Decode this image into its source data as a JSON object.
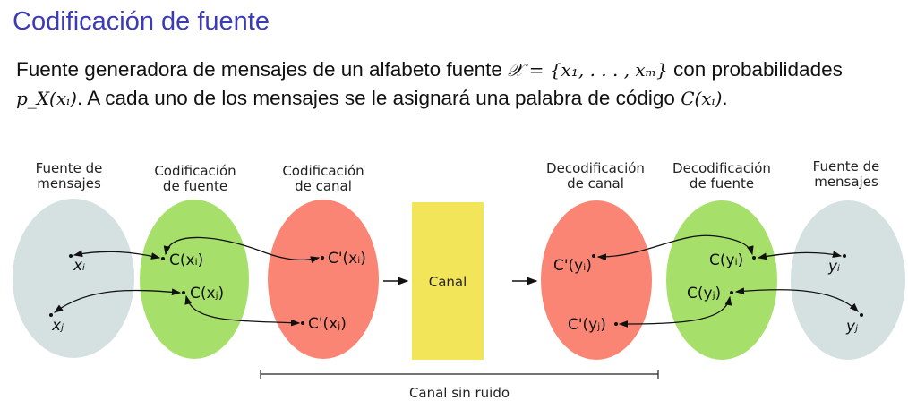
{
  "slide": {
    "title": "Codificación de fuente",
    "paragraph": {
      "t1": "Fuente generadora de mensajes de un alfabeto fuente ",
      "m1": "𝒳 = {x₁, . . . , xₘ}",
      "t2": " con probabilidades ",
      "m2": "p_X(xᵢ)",
      "t3": ". A cada uno de los mensajes se le asignará una palabra de código ",
      "m3": "C(xᵢ)",
      "t4": "."
    }
  },
  "diagram": {
    "stages": [
      {
        "l1": "Fuente de",
        "l2": "mensajes",
        "color": "#d5e1e1"
      },
      {
        "l1": "Codificación",
        "l2": "de fuente",
        "color": "#a6e06a"
      },
      {
        "l1": "Codificación",
        "l2": "de canal",
        "color": "#fa8574"
      },
      {
        "l1": "Decodificación",
        "l2": "de canal",
        "color": "#fa8574"
      },
      {
        "l1": "Decodificación",
        "l2": "de fuente",
        "color": "#a6e06a"
      },
      {
        "l1": "Fuente de",
        "l2": "mensajes",
        "color": "#d5e1e1"
      }
    ],
    "channel": {
      "label": "Canal",
      "color": "#f3e55a"
    },
    "noiseless_label": "Canal sin ruido",
    "symbols": {
      "xi": "xᵢ",
      "xj": "xⱼ",
      "cxi": "C(xᵢ)",
      "cxj": "C(xⱼ)",
      "cpxi": "C'(xᵢ)",
      "cpxj": "C'(xⱼ)",
      "cpyi": "C'(yᵢ)",
      "cpyj": "C'(yⱼ)",
      "cyi": "C(yᵢ)",
      "cyj": "C(yⱼ)",
      "yi": "yᵢ",
      "yj": "yⱼ"
    }
  }
}
